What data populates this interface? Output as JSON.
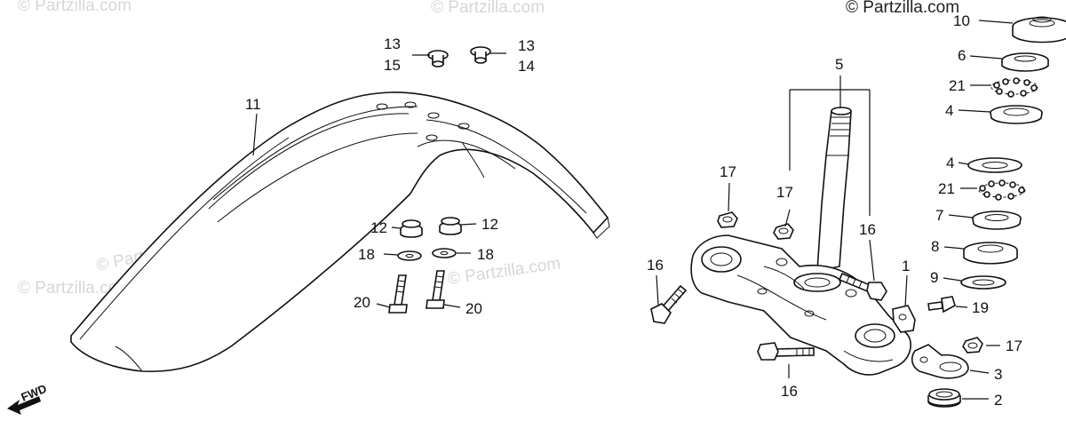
{
  "watermarks": {
    "top_left": "© Partzilla.com",
    "top_center": "© Partzilla.com",
    "top_right": "© Partzilla.com",
    "mid_left": "© Partzilla.com",
    "mid_fender": "© Partzilla.com",
    "mid_center": "© Partzilla.com"
  },
  "fwd_label": "FWD",
  "callouts": {
    "fender": "11",
    "cap_left_top": "13",
    "cap_left_bottom": "15",
    "cap_right_top": "13",
    "cap_right_bottom": "14",
    "grommet_left": "12",
    "grommet_right": "12",
    "washer_left": "18",
    "washer_right": "18",
    "bolt_left": "20",
    "bolt_right": "20",
    "stem": "5",
    "nut_left": "17",
    "nut_center": "17",
    "bolt_stem_right": "16",
    "bolt_stem_left": "16",
    "bolt_stem_bottom": "16",
    "bracket": "1",
    "nut_right": "17",
    "clamp": "3",
    "grommet_bottom": "2",
    "stack_10": "10",
    "stack_6": "6",
    "stack_21a": "21",
    "stack_4a": "4",
    "stack_4b": "4",
    "stack_21b": "21",
    "stack_7": "7",
    "stack_8": "8",
    "stack_9": "9",
    "stack_19": "19"
  }
}
